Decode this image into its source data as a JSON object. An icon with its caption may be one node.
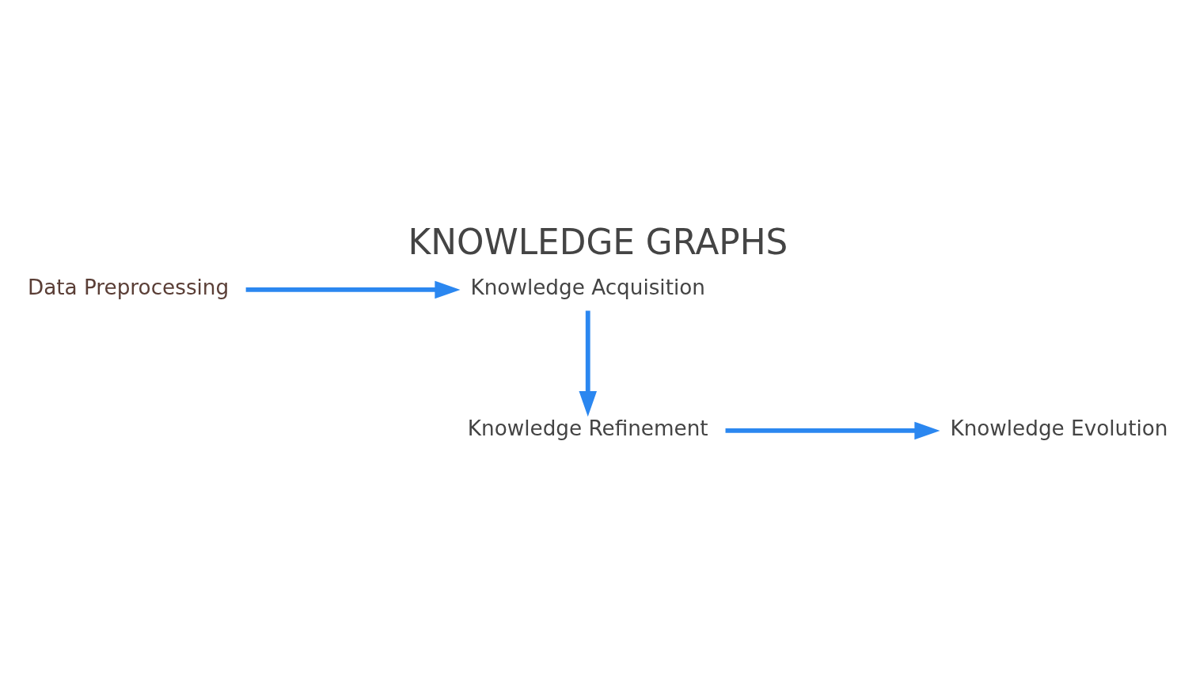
{
  "diagram": {
    "title": "KNOWLEDGE GRAPHS",
    "nodes": [
      {
        "text": [
          "Data Preprocessing"
        ]
      },
      {
        "text": [
          "Knowledge Acquisition"
        ]
      },
      {
        "text": [
          "Knowledge Evolution"
        ]
      },
      {
        "text": [
          "Knowledge Refinement"
        ]
      }
    ],
    "edges": [
      {
        "from": 0,
        "to": 1,
        "arrow": "to"
      },
      {
        "from": 1,
        "to": 3,
        "arrow": "to"
      },
      {
        "from": 3,
        "to": 2,
        "arrow": "to"
      }
    ]
  }
}
